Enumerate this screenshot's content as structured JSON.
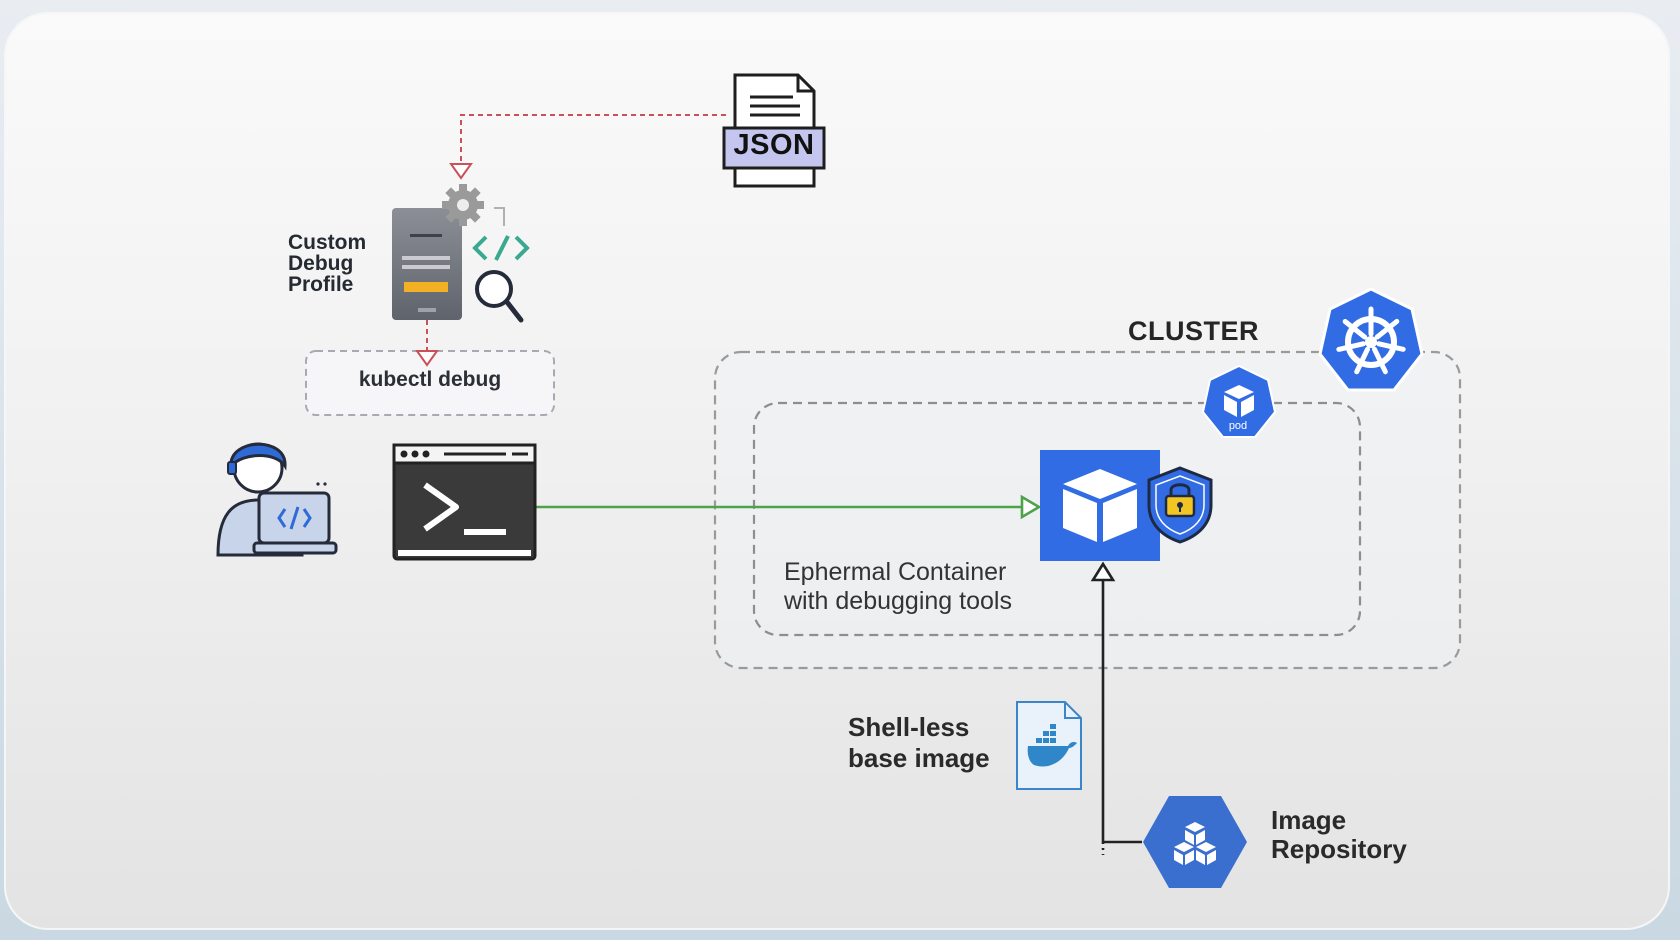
{
  "debug_profile": {
    "label_lines": [
      "Custom",
      "Debug",
      "Profile"
    ]
  },
  "json_file": {
    "label": "JSON"
  },
  "kubectl": {
    "label": "kubectl debug"
  },
  "cluster": {
    "label": "CLUSTER"
  },
  "pod": {
    "label": "pod"
  },
  "ephemeral_container": {
    "label_lines": [
      "Ephermal Container",
      "with debugging tools"
    ]
  },
  "base_image": {
    "label_lines": [
      "Shell-less",
      "base image"
    ]
  },
  "image_repository": {
    "label_lines": [
      "Image",
      "Repository"
    ]
  },
  "colors": {
    "kubernetes_blue": "#326ce5",
    "flow_green": "#4ea34a",
    "debug_red": "#c9525a",
    "dashed_gray": "#9a9a9a"
  },
  "icons": {
    "developer": "developer-laptop-icon",
    "terminal": "terminal-icon",
    "json": "json-file-icon",
    "debug_profile": "server-gear-code-icon",
    "kubernetes": "kubernetes-wheel-icon",
    "pod": "pod-cube-icon",
    "container": "container-cube-icon",
    "security": "security-shield-lock-icon",
    "docker": "docker-file-icon",
    "repository": "image-repository-icon"
  }
}
